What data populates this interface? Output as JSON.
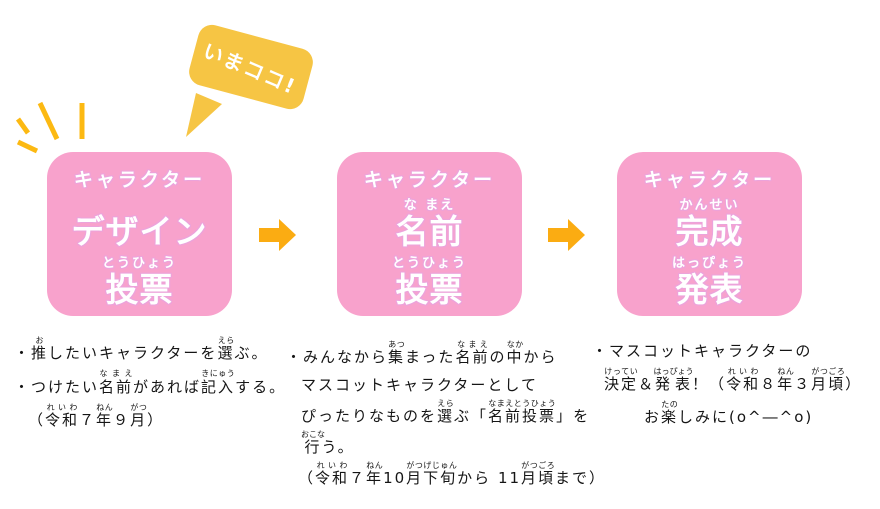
{
  "colors": {
    "box_pink": "#F8A2CC",
    "bubble_yellow": "#F6C544",
    "arrow_orange": "#FBAC12",
    "ray_yellow": "#FCB912",
    "text_black": "#151515",
    "outline_pink": "#ECA3DB"
  },
  "icons": {
    "arrow": "block-arrow-right",
    "rays": "emphasis-rays",
    "bubble": "speech-bubble"
  },
  "bubble": {
    "label": "いまココ!"
  },
  "steps": [
    {
      "title": "キャラクター",
      "rows": [
        {
          "furi": "",
          "main": "デザイン"
        },
        {
          "furi": "とうひょう",
          "main": "投票"
        }
      ]
    },
    {
      "title": "キャラクター",
      "rows": [
        {
          "furi": "な まえ",
          "main": "名前"
        },
        {
          "furi": "とうひょう",
          "main": "投票"
        }
      ]
    },
    {
      "title": "キャラクター",
      "rows": [
        {
          "furi": "かんせい",
          "main": "完成"
        },
        {
          "furi": "はっぴょう",
          "main": "発表"
        }
      ]
    }
  ],
  "descriptions": [
    {
      "lines": [
        {
          "indent": 0,
          "segs": [
            {
              "t": "・"
            },
            {
              "t": "推",
              "r": "お"
            },
            {
              "t": "したいキャラクターを"
            },
            {
              "t": "選",
              "r": "えら"
            },
            {
              "t": "ぶ。"
            }
          ]
        },
        {
          "indent": 0,
          "segs": [
            {
              "t": "・つけたい"
            },
            {
              "t": "名前",
              "r": "な ま え"
            },
            {
              "t": "があれば"
            },
            {
              "t": "記入",
              "r": "きにゅう"
            },
            {
              "t": "する。"
            }
          ]
        },
        {
          "indent": 14,
          "segs": [
            {
              "t": "（"
            },
            {
              "t": "令和",
              "r": "れいわ"
            },
            {
              "t": "７"
            },
            {
              "t": "年",
              "r": "ねん"
            },
            {
              "t": "９"
            },
            {
              "t": "月",
              "r": "がつ"
            },
            {
              "t": "）"
            }
          ]
        }
      ]
    },
    {
      "lines": [
        {
          "indent": 0,
          "segs": [
            {
              "t": "・みんなから"
            },
            {
              "t": "集",
              "r": "あつ"
            },
            {
              "t": "まった"
            },
            {
              "t": "名前",
              "r": "なまえ"
            },
            {
              "t": "の"
            },
            {
              "t": "中",
              "r": "なか"
            },
            {
              "t": "から"
            }
          ]
        },
        {
          "indent": 15,
          "segs": [
            {
              "t": "マスコットキャラクターとして"
            }
          ]
        },
        {
          "indent": 15,
          "segs": [
            {
              "t": "ぴったりなものを"
            },
            {
              "t": "選",
              "r": "えら"
            },
            {
              "t": "ぶ「"
            },
            {
              "t": "名前投票",
              "r": "なまえとうひょう"
            },
            {
              "t": "」を"
            }
          ]
        },
        {
          "indent": 15,
          "segs": [
            {
              "t": "行",
              "r": "おこな"
            },
            {
              "t": "う。"
            }
          ]
        },
        {
          "indent": 12,
          "segs": [
            {
              "t": "（"
            },
            {
              "t": "令和",
              "r": "れいわ"
            },
            {
              "t": "７"
            },
            {
              "t": "年",
              "r": "ねん"
            },
            {
              "t": "10"
            },
            {
              "t": "月下旬",
              "r": "がつげじゅん"
            },
            {
              "t": "から 11"
            },
            {
              "t": "月頃",
              "r": "がつごろ"
            },
            {
              "t": "まで）"
            }
          ]
        }
      ]
    },
    {
      "lines": [
        {
          "indent": 0,
          "segs": [
            {
              "t": "・マスコットキャラクターの"
            }
          ]
        },
        {
          "indent": 12,
          "segs": [
            {
              "t": "決定",
              "r": "けってい"
            },
            {
              "t": "＆"
            },
            {
              "t": "発表",
              "r": "はっぴょう"
            },
            {
              "t": "！（"
            },
            {
              "t": "令和",
              "r": "れいわ"
            },
            {
              "t": "８"
            },
            {
              "t": "年",
              "r": "ねん"
            },
            {
              "t": "３"
            },
            {
              "t": "月頃",
              "r": "がつごろ"
            },
            {
              "t": "）"
            }
          ]
        },
        {
          "indent": 52,
          "segs": [
            {
              "t": "お"
            },
            {
              "t": "楽",
              "r": "たの"
            },
            {
              "t": "しみに(o^―^o)"
            }
          ]
        }
      ]
    }
  ]
}
